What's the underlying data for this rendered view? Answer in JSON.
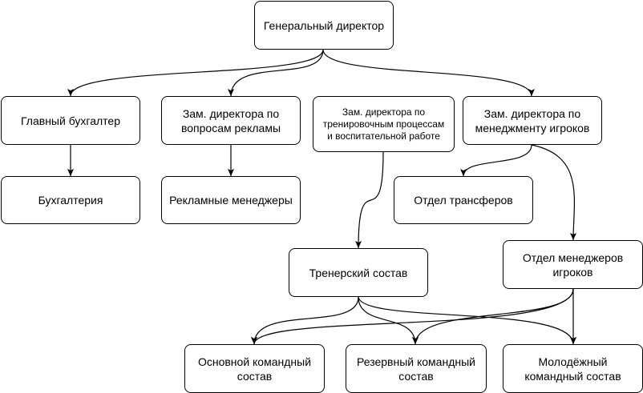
{
  "nodes": {
    "ceo": "Генеральный директор",
    "chief_accountant": "Главный бухгалтер",
    "deputy_ads": "Зам. директора по\nвопросам рекламы",
    "deputy_training": "Зам. директора по\nтренировочным процессам\nи воспитательной работе",
    "deputy_players": "Зам. директора по\nменеджменту игроков",
    "accounting": "Бухгалтерия",
    "ad_managers": "Рекламные менеджеры",
    "transfers": "Отдел трансферов",
    "coaching_staff": "Тренерский состав",
    "player_managers": "Отдел менеджеров\nигроков",
    "main_team": "Основной командный\nсостав",
    "reserve_team": "Резервный командный\nсостав",
    "youth_team": "Молодёжный\nкомандный состав"
  },
  "edges": [
    {
      "from": "ceo",
      "to": "chief_accountant"
    },
    {
      "from": "ceo",
      "to": "deputy_ads"
    },
    {
      "from": "ceo",
      "to": "deputy_players"
    },
    {
      "from": "chief_accountant",
      "to": "accounting"
    },
    {
      "from": "deputy_ads",
      "to": "ad_managers"
    },
    {
      "from": "deputy_training",
      "to": "coaching_staff"
    },
    {
      "from": "deputy_players",
      "to": "transfers"
    },
    {
      "from": "deputy_players",
      "to": "player_managers"
    },
    {
      "from": "coaching_staff",
      "to": "main_team"
    },
    {
      "from": "coaching_staff",
      "to": "reserve_team"
    },
    {
      "from": "coaching_staff",
      "to": "youth_team"
    },
    {
      "from": "player_managers",
      "to": "main_team"
    },
    {
      "from": "player_managers",
      "to": "reserve_team"
    },
    {
      "from": "player_managers",
      "to": "youth_team"
    }
  ]
}
